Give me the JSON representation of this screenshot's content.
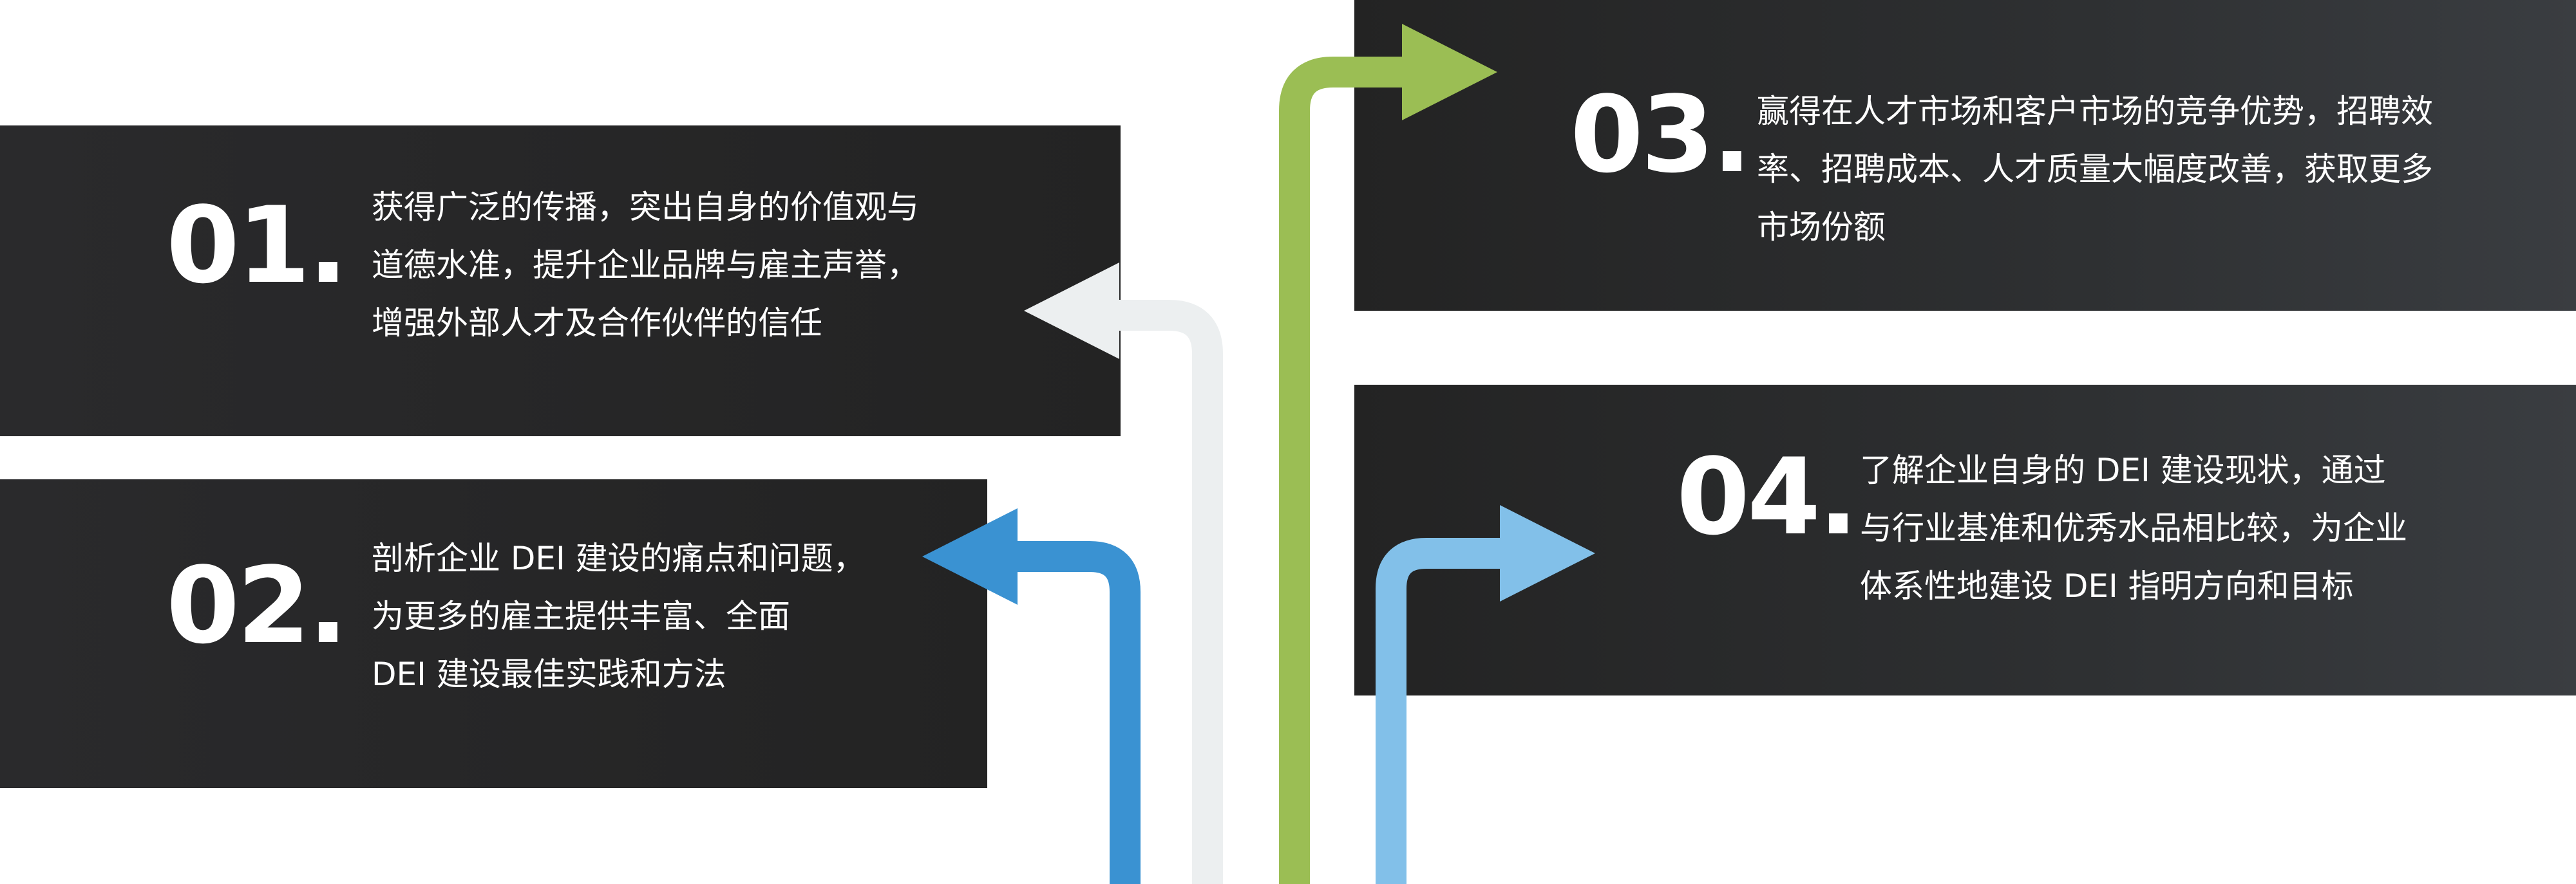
{
  "items": [
    {
      "number": "01.",
      "lines": [
        "获得广泛的传播，突出自身的价值观与",
        "道德水准，提升企业品牌与雇主声誉，",
        "增强外部人才及合作伙伴的信任"
      ]
    },
    {
      "number": "02.",
      "lines": [
        "剖析企业 DEI 建设的痛点和问题，",
        "为更多的雇主提供丰富、全面",
        "DEI 建设最佳实践和方法"
      ]
    },
    {
      "number": "03.",
      "lines": [
        "赢得在人才市场和客户市场的竞争优势，招聘效",
        "率、招聘成本、人才质量大幅度改善，获取更多",
        "市场份额"
      ]
    },
    {
      "number": "04.",
      "lines": [
        "了解企业自身的 DEI 建设现状，通过",
        "与行业基准和优秀水品相比较，为企业",
        "体系性地建设 DEI 指明方向和目标"
      ]
    }
  ],
  "colors": {
    "panel": "#232323",
    "text": "#ffffff",
    "arrow_01": "#eceff0",
    "arrow_02": "#3a92d2",
    "arrow_03": "#9bbe54",
    "arrow_04": "#82c0e9"
  }
}
